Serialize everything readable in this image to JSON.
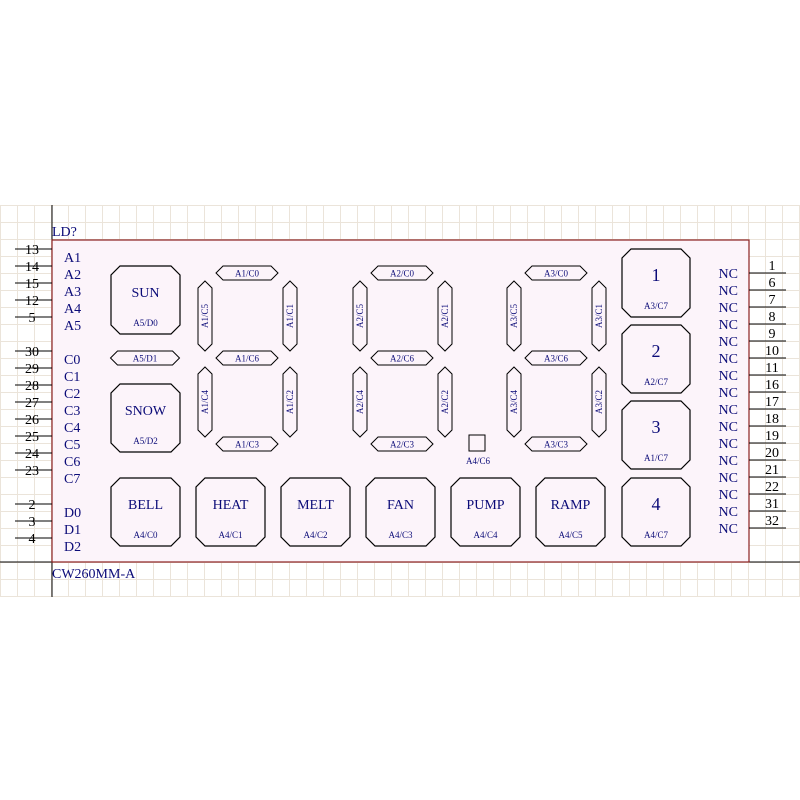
{
  "component": {
    "designator": "LD?",
    "part_number": "CW260MM-A",
    "body_fill": "#fcf4fa",
    "body_stroke": "#8a2020",
    "text_color": "#0b0b78",
    "line_color": "#000000"
  },
  "left_pins": [
    {
      "num": "13",
      "name": "A1"
    },
    {
      "num": "14",
      "name": "A2"
    },
    {
      "num": "15",
      "name": "A3"
    },
    {
      "num": "12",
      "name": "A4"
    },
    {
      "num": "5",
      "name": "A5"
    },
    {
      "num": "30",
      "name": "C0"
    },
    {
      "num": "29",
      "name": "C1"
    },
    {
      "num": "28",
      "name": "C2"
    },
    {
      "num": "27",
      "name": "C3"
    },
    {
      "num": "26",
      "name": "C4"
    },
    {
      "num": "25",
      "name": "C5"
    },
    {
      "num": "24",
      "name": "C6"
    },
    {
      "num": "23",
      "name": "C7"
    },
    {
      "num": "2",
      "name": "D0"
    },
    {
      "num": "3",
      "name": "D1"
    },
    {
      "num": "4",
      "name": "D2"
    }
  ],
  "right_pins": [
    {
      "num": "1",
      "name": "NC"
    },
    {
      "num": "6",
      "name": "NC"
    },
    {
      "num": "7",
      "name": "NC"
    },
    {
      "num": "8",
      "name": "NC"
    },
    {
      "num": "9",
      "name": "NC"
    },
    {
      "num": "10",
      "name": "NC"
    },
    {
      "num": "11",
      "name": "NC"
    },
    {
      "num": "16",
      "name": "NC"
    },
    {
      "num": "17",
      "name": "NC"
    },
    {
      "num": "18",
      "name": "NC"
    },
    {
      "num": "19",
      "name": "NC"
    },
    {
      "num": "20",
      "name": "NC"
    },
    {
      "num": "21",
      "name": "NC"
    },
    {
      "num": "22",
      "name": "NC"
    },
    {
      "num": "31",
      "name": "NC"
    },
    {
      "num": "32",
      "name": "NC"
    }
  ],
  "icons_left": [
    {
      "label": "SUN",
      "code": "A5/D0"
    },
    {
      "label": "SNOW",
      "code": "A5/D2"
    }
  ],
  "icon_bar_code": "A5/D1",
  "digits": [
    {
      "a": "A1/C0",
      "b": "A1/C1",
      "c": "A1/C2",
      "d": "A1/C3",
      "e": "A1/C4",
      "f": "A1/C5",
      "g": "A1/C6"
    },
    {
      "a": "A2/C0",
      "b": "A2/C1",
      "c": "A2/C2",
      "d": "A2/C3",
      "e": "A2/C4",
      "f": "A2/C5",
      "g": "A2/C6"
    },
    {
      "a": "A3/C0",
      "b": "A3/C1",
      "c": "A3/C2",
      "d": "A3/C3",
      "e": "A3/C4",
      "f": "A3/C5",
      "g": "A3/C6"
    }
  ],
  "dot": {
    "code": "A4/C6"
  },
  "number_boxes": [
    {
      "label": "1",
      "code": "A3/C7"
    },
    {
      "label": "2",
      "code": "A2/C7"
    },
    {
      "label": "3",
      "code": "A1/C7"
    },
    {
      "label": "4",
      "code": "A4/C7"
    }
  ],
  "bottom_boxes": [
    {
      "label": "BELL",
      "code": "A4/C0"
    },
    {
      "label": "HEAT",
      "code": "A4/C1"
    },
    {
      "label": "MELT",
      "code": "A4/C2"
    },
    {
      "label": "FAN",
      "code": "A4/C3"
    },
    {
      "label": "PUMP",
      "code": "A4/C4"
    },
    {
      "label": "RAMP",
      "code": "A4/C5"
    }
  ]
}
